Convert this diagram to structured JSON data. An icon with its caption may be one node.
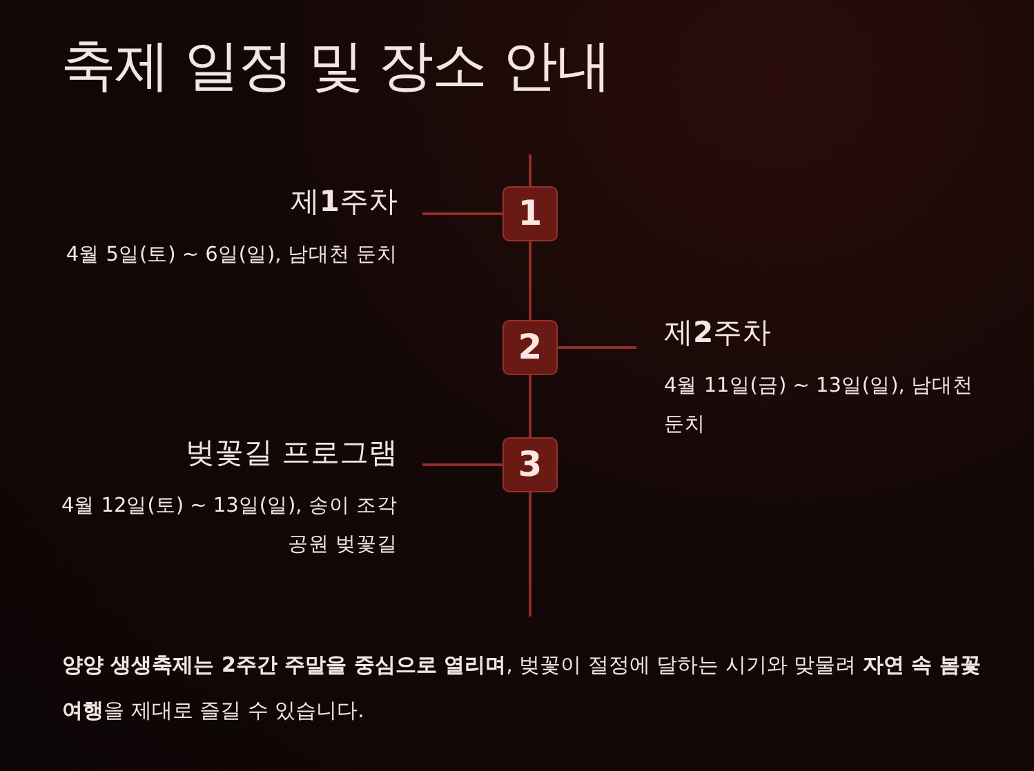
{
  "diagram": {
    "title": "축제 일정 및 장소 안내",
    "nodes": [
      {
        "text": [
          "제**1**주차",
          "4월 5일(토) ~ 6일(일), 남대천 둔치"
        ]
      },
      {
        "text": [
          "1"
        ]
      },
      {
        "text": [
          "2"
        ]
      },
      {
        "text": [
          "제**2**주차",
          "4월 11일(금) ~ 13일(일), 남대천 둔치"
        ]
      },
      {
        "text": [
          "벚꽃길 프로그램",
          "4월 12일(토) ~ 13일(일), 송이 조각공원 벚꽃길"
        ]
      },
      {
        "text": [
          "3"
        ]
      }
    ],
    "edges": [
      {
        "from": 0,
        "to": 1,
        "arrow": "none"
      },
      {
        "from": 1,
        "to": 2,
        "arrow": "none"
      },
      {
        "from": 2,
        "to": 3,
        "arrow": "none"
      },
      {
        "from": 2,
        "to": 5,
        "arrow": "none"
      },
      {
        "from": 4,
        "to": 5,
        "arrow": "none"
      }
    ],
    "caption": "**양양 생생축제는 2주간 주말을 중심으로 열리며**, 벚꽃이 절정에 달하는 시기와 맞물려 **자연 속 봄꽃 여행**을 제대로 즐길 수 있습니다."
  }
}
